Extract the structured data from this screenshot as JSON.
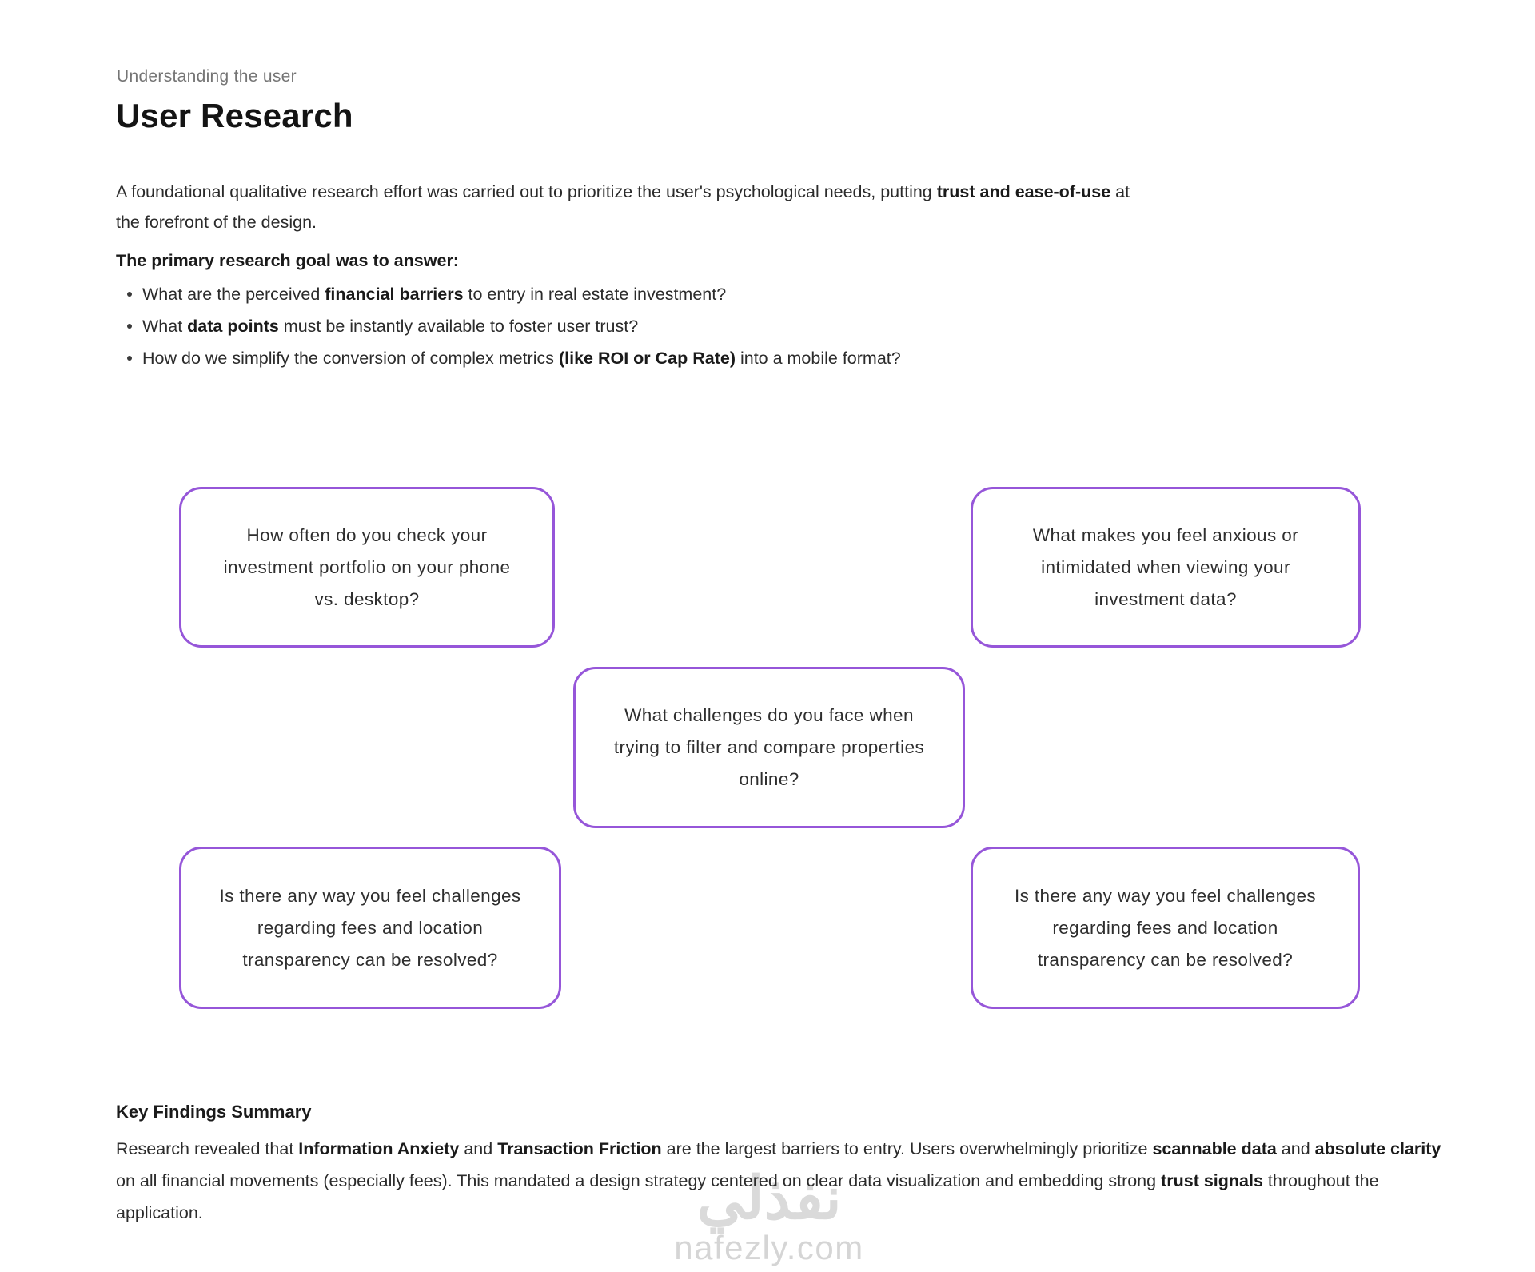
{
  "page": {
    "colors": {
      "accent": "#9656D9",
      "body_text": "#2b2b2b",
      "muted_text": "#757575",
      "watermark": "#d9d9d9"
    },
    "eyebrow": "Understanding the user",
    "title": "User Research",
    "intro": [
      {
        "t": "A foundational qualitative research effort was carried out to prioritize the user's psychological needs, putting "
      },
      {
        "t": "trust and ease-of-use",
        "b": true
      },
      {
        "t": " at the forefront of the design."
      }
    ],
    "goal_heading": "The primary research goal was to answer:",
    "bullets": [
      [
        {
          "t": "What are the perceived "
        },
        {
          "t": "financial barriers",
          "b": true
        },
        {
          "t": " to entry in real estate investment?"
        }
      ],
      [
        {
          "t": "What "
        },
        {
          "t": "data points",
          "b": true
        },
        {
          "t": " must be instantly available to foster user trust?"
        }
      ],
      [
        {
          "t": "How do we simplify the conversion of complex metrics "
        },
        {
          "t": "(like ROI or Cap Rate)",
          "b": true
        },
        {
          "t": " into a mobile format?"
        }
      ]
    ],
    "question_cards": [
      {
        "text": "How often do you check your investment portfolio on your phone vs. desktop?"
      },
      {
        "text": "What makes you feel anxious or intimidated when viewing your investment data?"
      },
      {
        "text": "What challenges do you face when trying to filter and compare properties online?"
      },
      {
        "text": "Is there any way you feel challenges regarding fees and location transparency can be resolved?"
      },
      {
        "text": "Is there any way you feel challenges regarding fees and location transparency can be resolved?"
      }
    ],
    "summary": {
      "heading": "Key Findings Summary",
      "body": [
        {
          "t": "Research revealed that "
        },
        {
          "t": "Information Anxiety",
          "b": true
        },
        {
          "t": " and "
        },
        {
          "t": "Transaction Friction",
          "b": true
        },
        {
          "t": " are the largest barriers to entry. Users overwhelmingly prioritize "
        },
        {
          "t": "scannable data",
          "b": true
        },
        {
          "t": " and "
        },
        {
          "t": "absolute clarity",
          "b": true
        },
        {
          "t": " on all financial movements (especially fees). This mandated a design strategy centered on clear data visualization and embedding strong "
        },
        {
          "t": "trust signals",
          "b": true
        },
        {
          "t": " throughout the application."
        }
      ]
    },
    "watermark": {
      "logo": "نفذلي",
      "site": "nafezly.com"
    }
  }
}
